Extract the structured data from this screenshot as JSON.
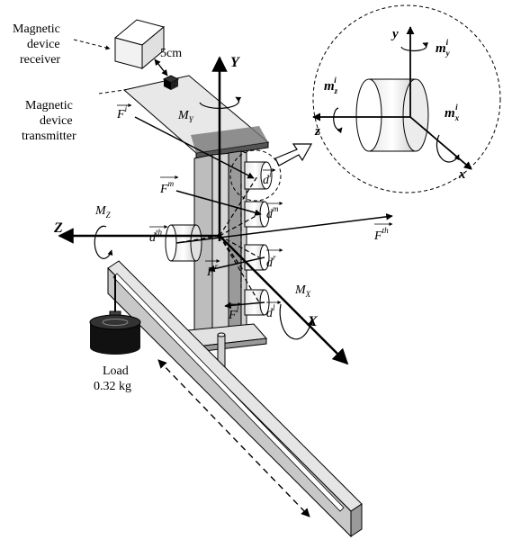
{
  "labels": {
    "receiver": [
      "Magnetic",
      "device",
      "receiver"
    ],
    "transmitter": [
      "Magnetic",
      "device",
      "transmitter"
    ],
    "distance": "5cm",
    "load": [
      "Load",
      "0.32 kg"
    ]
  },
  "axes": {
    "Y": "Y",
    "Z": "Z",
    "X": "X",
    "MY": "M",
    "MY_sub": "Y",
    "MZ": "M",
    "MZ_sub": "Z",
    "MX": "M",
    "MX_sub": "X"
  },
  "forces": {
    "Fi": "F",
    "Fi_sup": "i",
    "Fm": "F",
    "Fm_sup": "m",
    "Fth": "F",
    "Fth_sup": "th",
    "Fr": "F",
    "Fr_sup": "r",
    "Fl": "F",
    "Fl_sup": "l"
  },
  "distances": {
    "di": "d",
    "di_sup": "i",
    "dm": "d",
    "dm_sup": "m",
    "dth": "d",
    "dth_sup": "th",
    "dr": "d",
    "dr_sup": "r",
    "dl": "d",
    "dl_sup": "l"
  },
  "inset": {
    "y": "y",
    "z": "z",
    "x": "x",
    "my": "m",
    "my_sub": "y",
    "my_sup": "i",
    "mz": "m",
    "mz_sub": "z",
    "mz_sup": "i",
    "mx": "m",
    "mx_sub": "x",
    "mx_sup": "i"
  }
}
